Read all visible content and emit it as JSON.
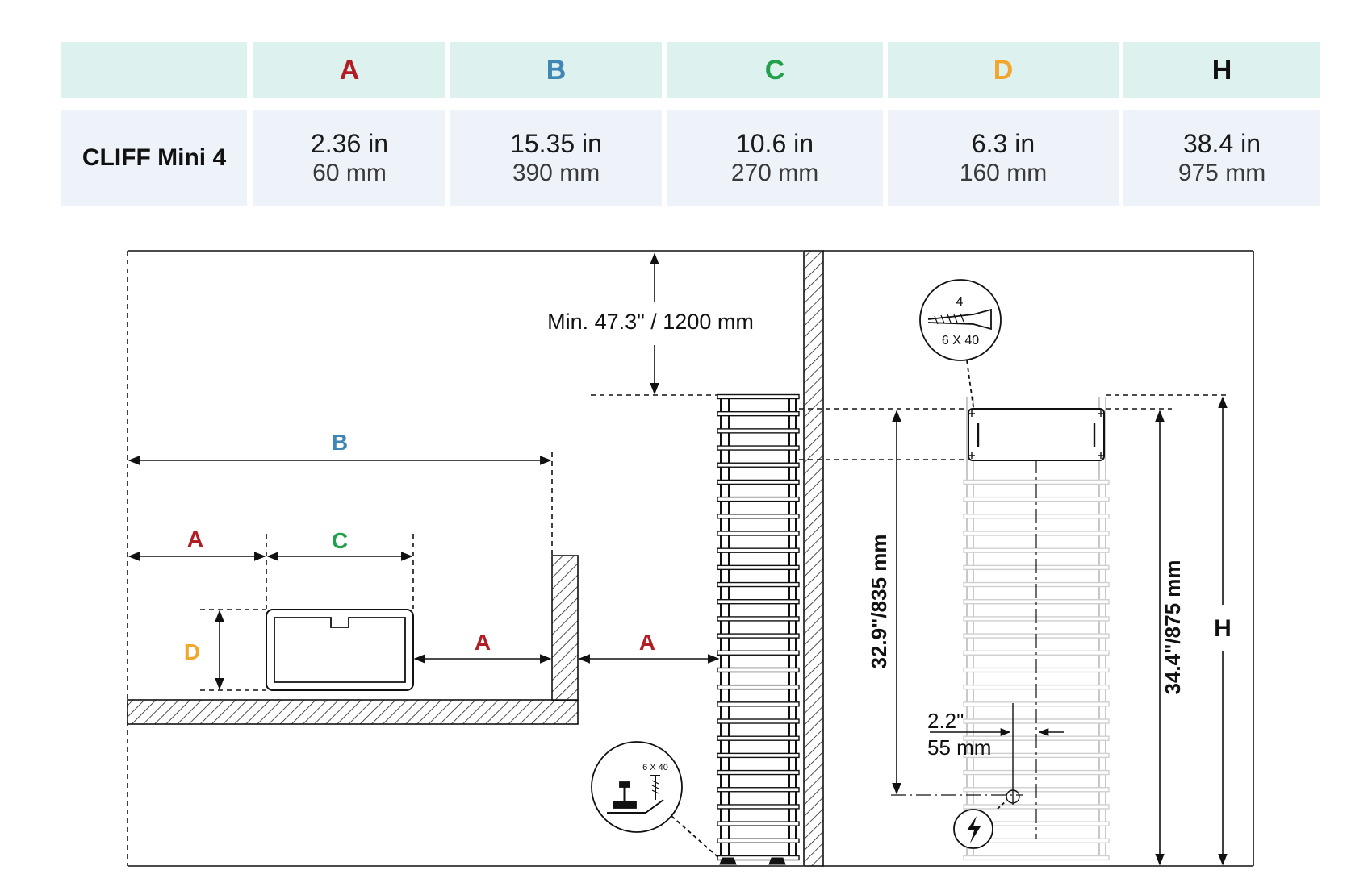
{
  "table": {
    "headers": [
      "",
      "A",
      "B",
      "C",
      "D",
      "H"
    ],
    "header_colors": [
      "#111111",
      "#b11d24",
      "#3f85b5",
      "#22a04b",
      "#f2a62c",
      "#111111"
    ],
    "row_label": "CLIFF Mini 4",
    "values": [
      {
        "inch": "2.36 in",
        "mm": "60 mm"
      },
      {
        "inch": "15.35 in",
        "mm": "390 mm"
      },
      {
        "inch": "10.6 in",
        "mm": "270 mm"
      },
      {
        "inch": "6.3 in",
        "mm": "160 mm"
      },
      {
        "inch": "38.4 in",
        "mm": "975 mm"
      }
    ]
  },
  "diagram": {
    "min_clearance": "Min. 47.3\" / 1200 mm",
    "label_a": "A",
    "label_b": "B",
    "label_c": "C",
    "label_d": "D",
    "label_h": "H",
    "bracket_height": "32.9\"/835 mm",
    "total_height": "34.4\"/875 mm",
    "offset_in": "2.2\"",
    "offset_mm": "55 mm",
    "screw_count": "4",
    "screw_size": "6 X 40",
    "foot_screw_size": "6 X 40"
  }
}
